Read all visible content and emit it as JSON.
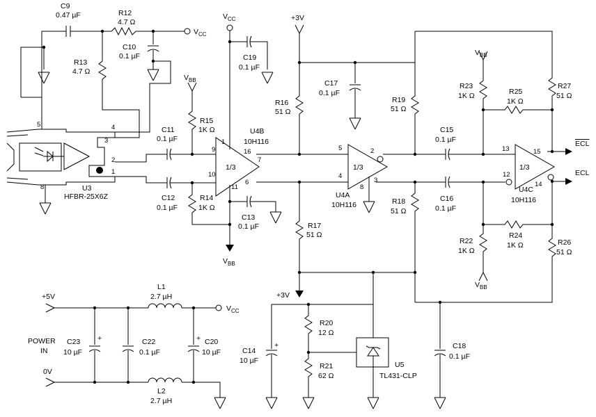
{
  "components": {
    "C9": {
      "ref": "C9",
      "value": "0.47 µF"
    },
    "R12": {
      "ref": "R12",
      "value": "4.7 Ω"
    },
    "R13": {
      "ref": "R13",
      "value": "4.7 Ω"
    },
    "C10": {
      "ref": "C10",
      "value": "0.1 µF"
    },
    "R15": {
      "ref": "R15",
      "value": "1K Ω"
    },
    "R14": {
      "ref": "R14",
      "value": "1K Ω"
    },
    "C11": {
      "ref": "C11",
      "value": "0.1 µF"
    },
    "C12": {
      "ref": "C12",
      "value": "0.1 µF"
    },
    "C19": {
      "ref": "C19",
      "value": "0.1 µF"
    },
    "C13": {
      "ref": "C13",
      "value": "0.1 µF"
    },
    "R16": {
      "ref": "R16",
      "value": "51 Ω"
    },
    "R17": {
      "ref": "R17",
      "value": "51 Ω"
    },
    "C17": {
      "ref": "C17",
      "value": "0.1 µF"
    },
    "R19": {
      "ref": "R19",
      "value": "51 Ω"
    },
    "R18": {
      "ref": "R18",
      "value": "51 Ω"
    },
    "C15": {
      "ref": "C15",
      "value": "0.1 µF"
    },
    "C16": {
      "ref": "C16",
      "value": "0.1 µF"
    },
    "R23": {
      "ref": "R23",
      "value": "1K Ω"
    },
    "R25": {
      "ref": "R25",
      "value": "1K Ω"
    },
    "R27": {
      "ref": "R27",
      "value": "51 Ω"
    },
    "R22": {
      "ref": "R22",
      "value": "1K Ω"
    },
    "R24": {
      "ref": "R24",
      "value": "1K Ω"
    },
    "R26": {
      "ref": "R26",
      "value": "51 Ω"
    },
    "L1": {
      "ref": "L1",
      "value": "2.7 µH"
    },
    "L2": {
      "ref": "L2",
      "value": "2.7 µH"
    },
    "C23": {
      "ref": "C23",
      "value": "10 µF"
    },
    "C22": {
      "ref": "C22",
      "value": "0.1 µF"
    },
    "C20": {
      "ref": "C20",
      "value": "10 µF"
    },
    "C14": {
      "ref": "C14",
      "value": "10 µF"
    },
    "R20": {
      "ref": "R20",
      "value": "12 Ω"
    },
    "R21": {
      "ref": "R21",
      "value": "62 Ω"
    },
    "C18": {
      "ref": "C18",
      "value": "0.1 µF"
    }
  },
  "ics": {
    "U3": {
      "ref": "U3",
      "part": "HFBR-25X6Z"
    },
    "U4B": {
      "ref": "U4B",
      "part": "10H116",
      "fraction": "1/3"
    },
    "U4A": {
      "ref": "U4A",
      "part": "10H116",
      "fraction": "1/3"
    },
    "U4C": {
      "ref": "U4C",
      "part": "10H116",
      "fraction": "1/3"
    },
    "U5": {
      "ref": "U5",
      "part": "TL431-CLP"
    }
  },
  "pins": {
    "u3": [
      "5",
      "4",
      "3",
      "2",
      "1",
      "8"
    ],
    "u4b": [
      "9",
      "10",
      "1",
      "16",
      "7",
      "6",
      "11"
    ],
    "u4a": [
      "5",
      "4",
      "2",
      "3",
      "8"
    ],
    "u4c": [
      "13",
      "12",
      "15",
      "14"
    ]
  },
  "rails": {
    "vcc": "V",
    "vcc_sub": "CC",
    "vbb": "V",
    "vbb_sub": "BB",
    "plus3v": "+3V",
    "plus5v": "+5V",
    "zero_v": "0V",
    "power_in_1": "POWER",
    "power_in_2": "IN",
    "plus_sign": "+"
  },
  "outputs": {
    "ecl_bar": "ECL",
    "ecl": "ECL"
  }
}
